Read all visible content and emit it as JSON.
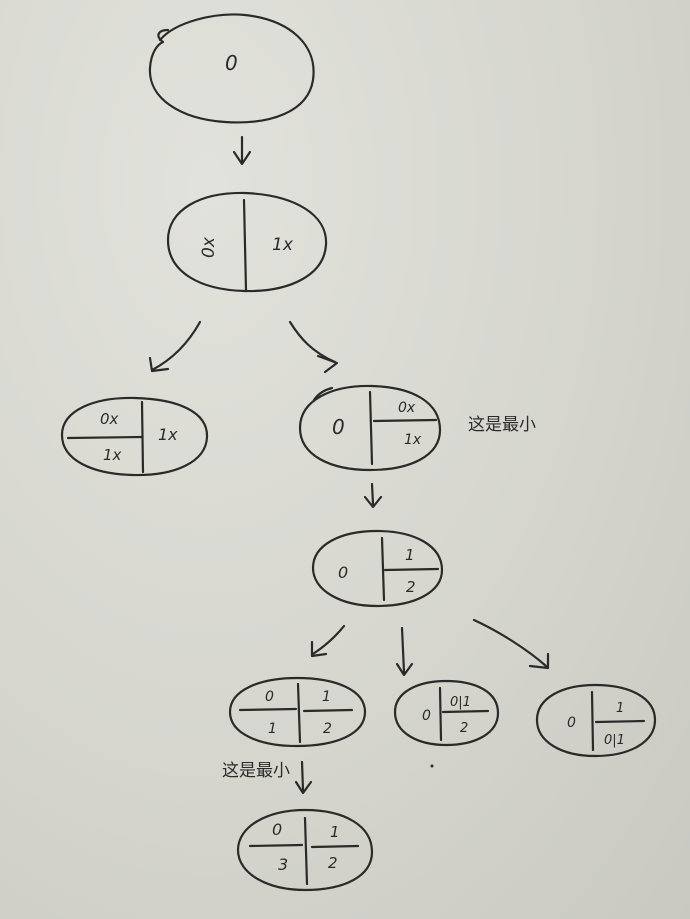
{
  "nodes": {
    "root": {
      "value": "0"
    },
    "level1": {
      "left": "0x",
      "right": "1x"
    },
    "level2_left": {
      "left_top": "0x",
      "left_bottom": "1x",
      "right": "1x"
    },
    "level2_right": {
      "left": "0",
      "right_top": "0x",
      "right_bottom": "1x",
      "note": "这是最小"
    },
    "level3": {
      "left": "0",
      "right_top": "1",
      "right_bottom": "2"
    },
    "level4_left": {
      "left_top": "0",
      "left_bottom": "1",
      "right_top": "1",
      "right_bottom": "2"
    },
    "level4_mid": {
      "left": "0",
      "right_top": "0|1",
      "right_bottom": "2"
    },
    "level4_right": {
      "left": "0",
      "right_top": "1",
      "right_bottom": "0|1"
    },
    "level5": {
      "note": "这是最小",
      "left_top": "0",
      "left_bottom": "3",
      "right_top": "1",
      "right_bottom": "2"
    }
  }
}
